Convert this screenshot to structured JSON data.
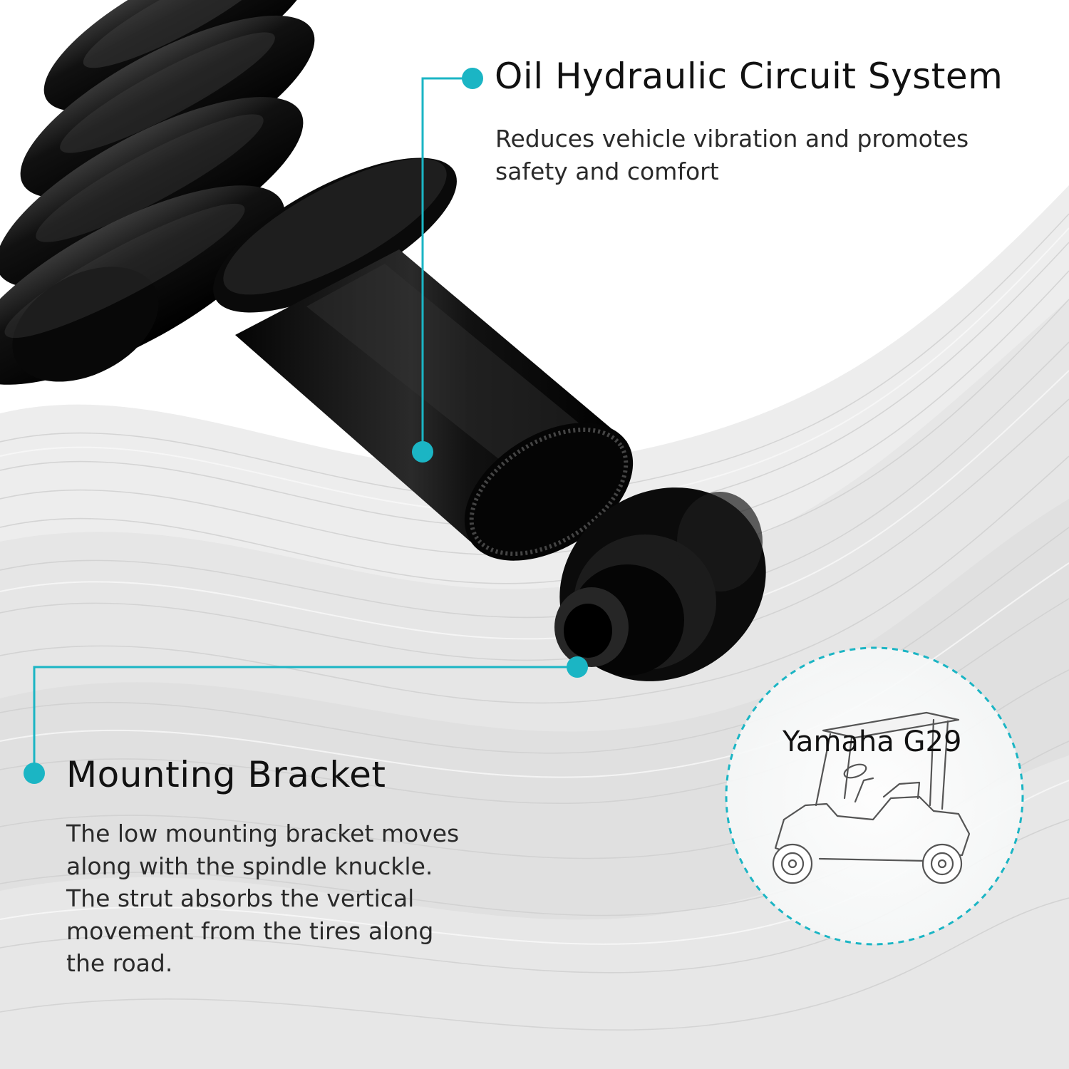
{
  "features": {
    "hydraulic": {
      "title": "Oil Hydraulic Circuit System",
      "description": "Reduces vehicle vibration and promotes safety and comfort"
    },
    "bracket": {
      "title": "Mounting Bracket",
      "description": "The low mounting bracket moves along with the spindle knuckle. The strut absorbs the vertical movement from the tires along the road."
    }
  },
  "vehicle": {
    "model": "Yamaha G29"
  },
  "colors": {
    "accent": "#1BB5C4",
    "strut": "#0d0d0d",
    "background": "#ffffff"
  },
  "icons": {
    "callout_dot": "callout-dot-icon",
    "golf_cart": "golf-cart-icon"
  }
}
